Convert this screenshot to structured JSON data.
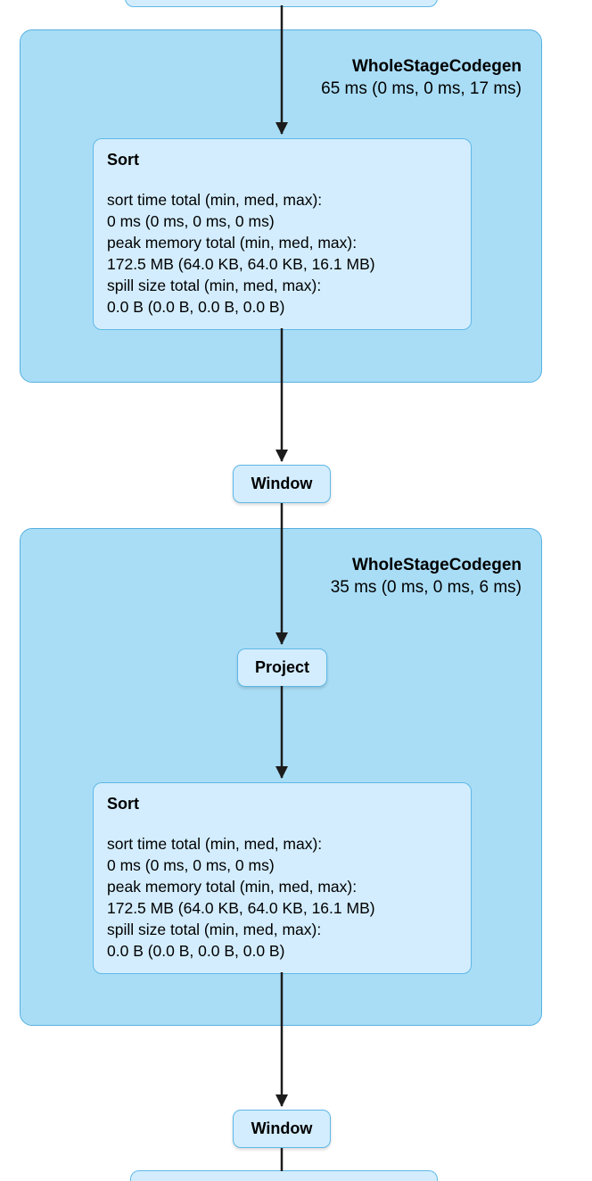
{
  "colors": {
    "cluster_fill": "#a9ddf6",
    "cluster_border": "#55b0e0",
    "node_fill": "#d3edfe",
    "node_border": "#5fb8e6",
    "arrow": "#1c1c1c",
    "text": "#000000",
    "page_bg": "#ffffff"
  },
  "clusters": [
    {
      "title": "WholeStageCodegen",
      "duration": "65 ms (0 ms, 0 ms, 17 ms)"
    },
    {
      "title": "WholeStageCodegen",
      "duration": "35 ms (0 ms, 0 ms, 6 ms)"
    }
  ],
  "sort_nodes": [
    {
      "title": "Sort",
      "metrics": [
        "sort time total (min, med, max):",
        "0 ms (0 ms, 0 ms, 0 ms)",
        "peak memory total (min, med, max):",
        "172.5 MB (64.0 KB, 64.0 KB, 16.1 MB)",
        "spill size total (min, med, max):",
        "0.0 B (0.0 B, 0.0 B, 0.0 B)"
      ]
    },
    {
      "title": "Sort",
      "metrics": [
        "sort time total (min, med, max):",
        "0 ms (0 ms, 0 ms, 0 ms)",
        "peak memory total (min, med, max):",
        "172.5 MB (64.0 KB, 64.0 KB, 16.1 MB)",
        "spill size total (min, med, max):",
        "0.0 B (0.0 B, 0.0 B, 0.0 B)"
      ]
    }
  ],
  "flow_nodes": [
    {
      "label": "Window"
    },
    {
      "label": "Project"
    },
    {
      "label": "Window"
    }
  ]
}
